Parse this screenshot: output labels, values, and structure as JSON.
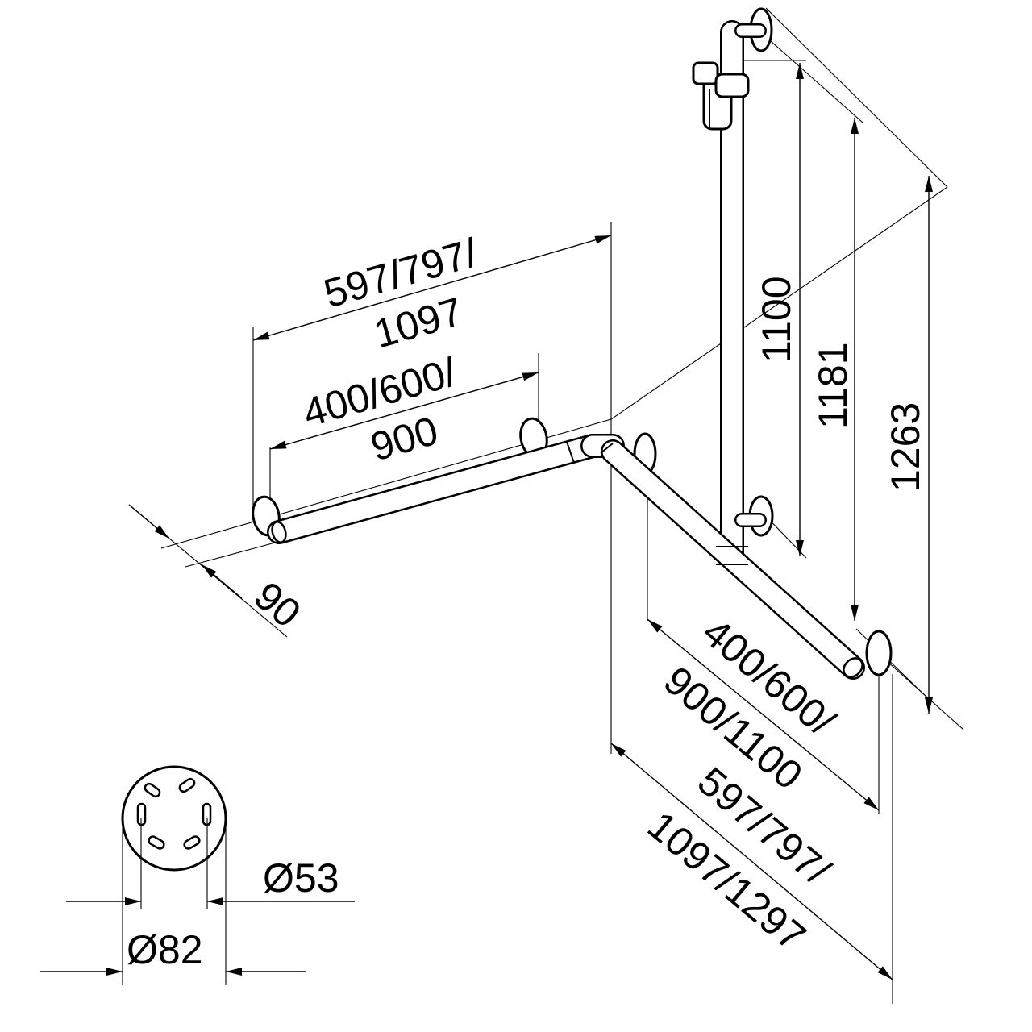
{
  "dimensions": {
    "horiz_outer_line1": "597/797/",
    "horiz_outer_line2": "1097",
    "horiz_inner_line1": "400/600/",
    "horiz_inner_line2": "900",
    "depth": "90",
    "vertical_1": "1100",
    "vertical_2": "1181",
    "vertical_3": "1263",
    "diag_inner_line1": "400/600/",
    "diag_inner_line2": "900/1100",
    "diag_outer_line1": "597/797/",
    "diag_outer_line2": "1097/1297",
    "rose_inner": "Ø53",
    "rose_outer": "Ø82"
  }
}
